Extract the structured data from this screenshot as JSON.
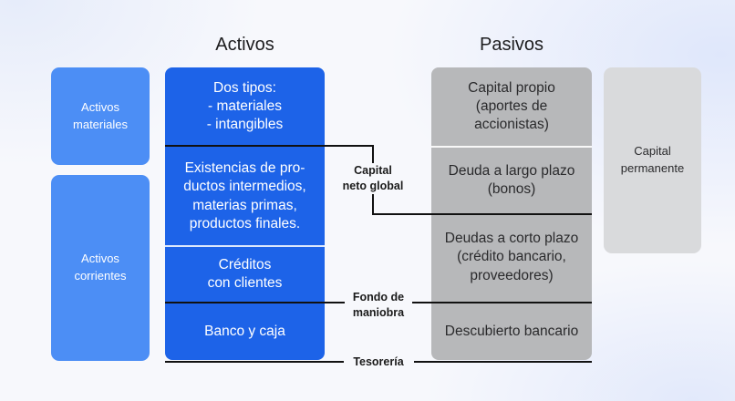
{
  "headings": {
    "assets": "Activos",
    "liabilities": "Pasivos"
  },
  "side_labels": {
    "fixed": "Activos\nmateriales",
    "current": "Activos\ncorrientes"
  },
  "assets": [
    "Dos tipos:\n- materiales\n- intangibles",
    "Existencias de pro-\nductos intermedios,\nmaterias primas,\nproductos finales.",
    "Créditos\ncon clientes",
    "Banco y caja"
  ],
  "liabilities": [
    "Capital propio\n(aportes de\naccionistas)",
    "Deuda a largo plazo\n(bonos)",
    "Deudas a corto plazo\n(crédito bancario,\nproveedores)",
    "Descubierto bancario"
  ],
  "permanent_capital": "Capital\npermanente",
  "indicators": {
    "net_capital": "Capital\nneto global",
    "working_fund": "Fondo de\nmaniobra",
    "treasury": "Tesorería"
  },
  "colors": {
    "side_box": "#4c8ef5",
    "assets_column": "#1d63e8",
    "liabilities_column": "#b7b8ba",
    "permanent_box": "#d9dadc"
  }
}
